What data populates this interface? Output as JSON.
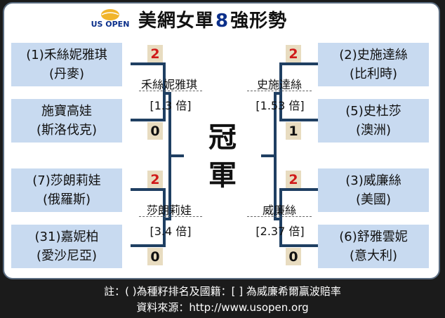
{
  "logo": {
    "text": "US OPEN",
    "accent": "#f1b52b",
    "brand": "#0b2f8a"
  },
  "title": {
    "prefix": "美網女單",
    "number": "8",
    "suffix": "強形勢"
  },
  "players": {
    "p1": {
      "line1": "(1)禾絲妮雅琪",
      "line2": "(丹麥)"
    },
    "p2": {
      "line1": "施寶高娃",
      "line2": "(斯洛伐克)"
    },
    "p3": {
      "line1": "(7)莎朗莉娃",
      "line2": "(俄羅斯)"
    },
    "p4": {
      "line1": "(31)嘉妮柏",
      "line2": "(愛沙尼亞)"
    },
    "p5": {
      "line1": "(2)史施達絲",
      "line2": "(比利時)"
    },
    "p6": {
      "line1": "(5)史杜莎",
      "line2": "(澳洲)"
    },
    "p7": {
      "line1": "(3)威廉絲",
      "line2": "(美國)"
    },
    "p8": {
      "line1": "(6)舒雅雲妮",
      "line2": "(意大利)"
    }
  },
  "scores": {
    "p1": "2",
    "p2": "0",
    "p3": "2",
    "p4": "0",
    "p5": "2",
    "p6": "1",
    "p7": "2",
    "p8": "0"
  },
  "semis": {
    "left_top": {
      "name": "禾絲妮雅琪",
      "odds": "[1.3 倍]"
    },
    "left_bottom": {
      "name": "莎朗莉娃",
      "odds": "[3.4 倍]"
    },
    "right_top": {
      "name": "史施達絲",
      "odds": "[1.53 倍]"
    },
    "right_bottom": {
      "name": "威廉絲",
      "odds": "[2.37 倍]"
    }
  },
  "champion": {
    "line1": "冠",
    "line2": "軍"
  },
  "footer": {
    "note": "註：( )為種籽排名及國籍：[ ] 為威廉希爾贏波賠率",
    "source": "資料來源：http://www.usopen.org"
  },
  "colors": {
    "player_box": "#c8daf0",
    "score_box": "#e8dcc0",
    "win": "#d01a1a",
    "line": "#1f3f62"
  }
}
